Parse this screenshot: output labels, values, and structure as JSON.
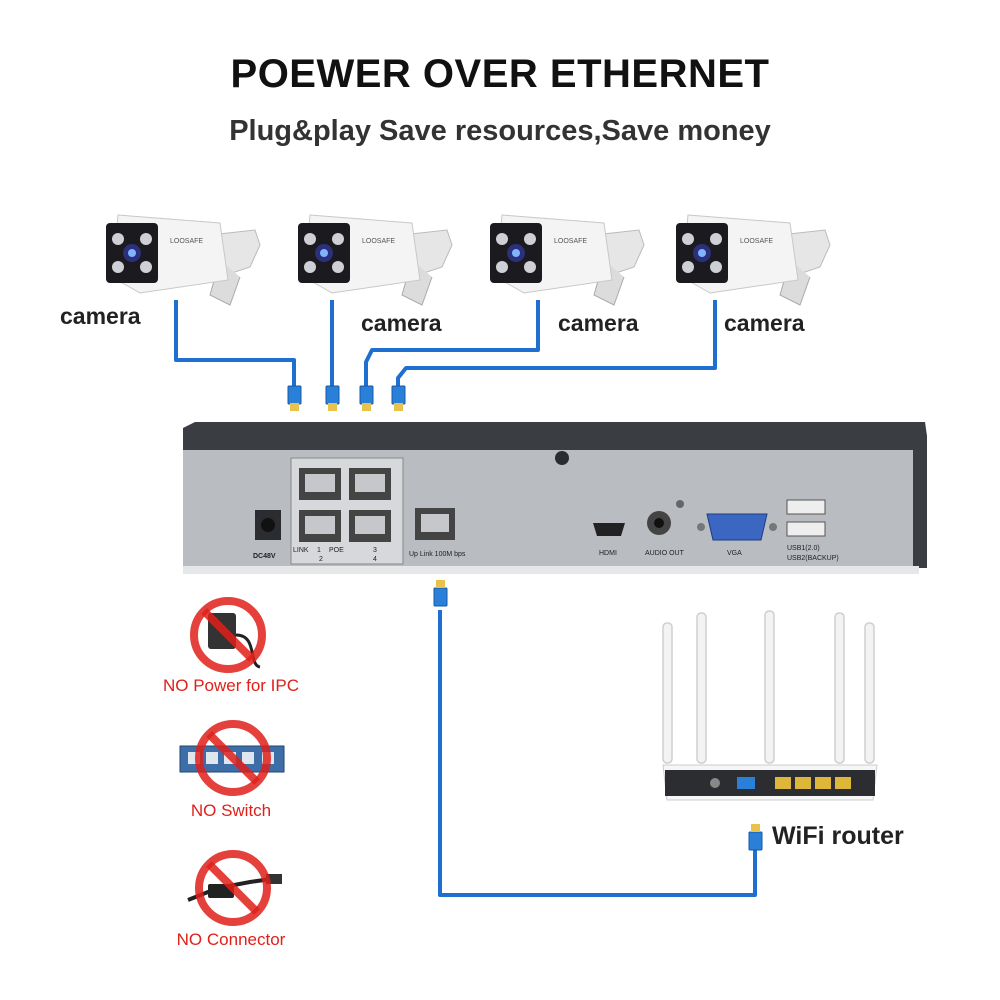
{
  "header": {
    "title": "POEWER OVER ETHERNET",
    "subtitle": "Plug&play Save resources,Save money"
  },
  "cameras": [
    {
      "label": "camera",
      "brand": "LOOSAFE"
    },
    {
      "label": "camera",
      "brand": "LOOSAFE"
    },
    {
      "label": "camera",
      "brand": "LOOSAFE"
    },
    {
      "label": "camera",
      "brand": "LOOSAFE"
    }
  ],
  "nvr": {
    "power_label": "DC48V",
    "poe_link_label": "LINK",
    "poe_poe_label": "POE",
    "poe_port_1": "1",
    "poe_port_2": "2",
    "poe_port_3": "3",
    "poe_port_4": "4",
    "uplink_label": "Up Link 100M bps",
    "hdmi_label": "HDMI",
    "audio_label": "AUDIO OUT",
    "vga_label": "VGA",
    "usb_label_1": "USB1(2.0)",
    "usb_label_2": "USB2(BACKUP)"
  },
  "no_items": [
    {
      "label": "NO Power for IPC",
      "icon": "power-adapter-icon"
    },
    {
      "label": "NO Switch",
      "icon": "network-switch-icon"
    },
    {
      "label": "NO Connector",
      "icon": "poe-connector-icon"
    }
  ],
  "router": {
    "label": "WiFi router"
  },
  "colors": {
    "cable": "#1e6fd0",
    "prohibit": "#e0201a",
    "nvr_face": "#b9bcc0",
    "nvr_body": "#3a3d42"
  }
}
